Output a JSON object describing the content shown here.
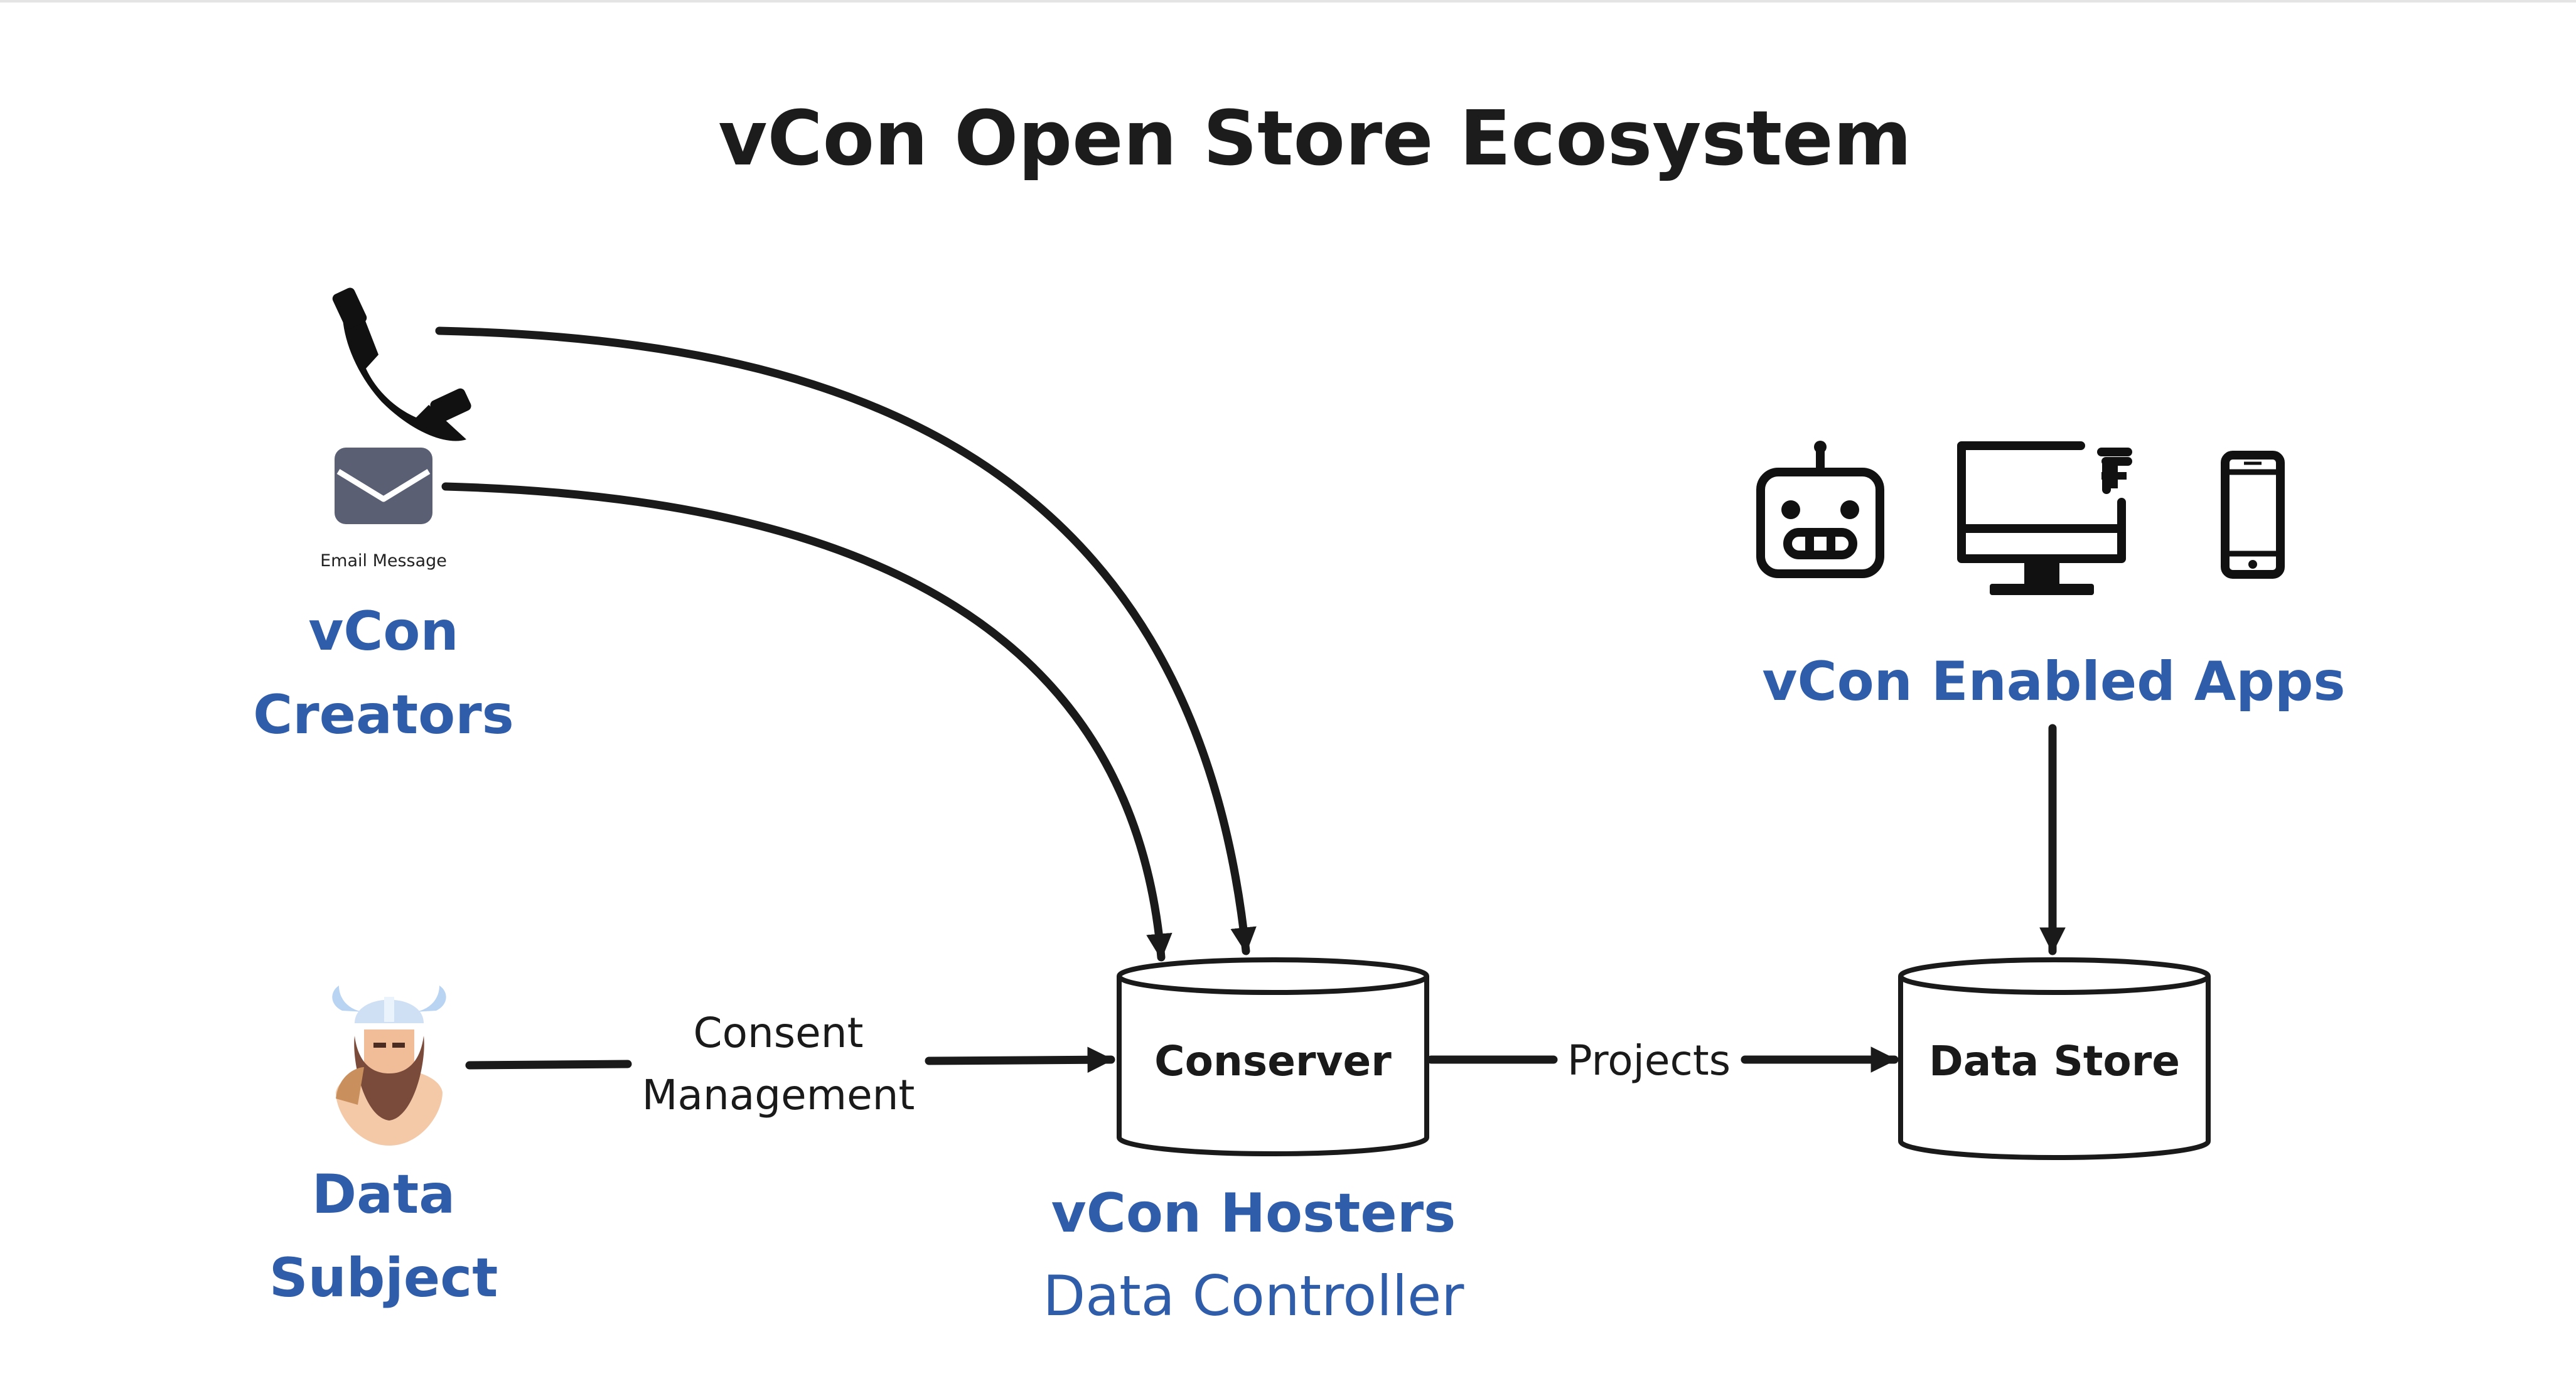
{
  "title": "vCon Open Store Ecosystem",
  "creators": {
    "label_line1": "vCon",
    "label_line2": "Creators",
    "phone_icon": "phone-icon",
    "email_icon": "envelope-icon",
    "email_caption": "Email Message"
  },
  "data_subject": {
    "label_line1": "Data",
    "label_line2": "Subject",
    "avatar_icon": "viking-avatar-icon"
  },
  "consent_edge": {
    "line1": "Consent",
    "line2": "Management"
  },
  "conserver": {
    "label": "Conserver"
  },
  "hosters": {
    "label": "vCon Hosters",
    "sublabel": "Data Controller"
  },
  "projects_edge": {
    "label": "Projects"
  },
  "data_store": {
    "label": "Data Store"
  },
  "apps": {
    "label": "vCon Enabled Apps",
    "icons": [
      "robot-icon",
      "desktop-add-icon",
      "smartphone-icon"
    ]
  },
  "colors": {
    "accent": "#2f5da9",
    "ink": "#1a1a1a",
    "envelope": "#5a5f73",
    "helmet": "#b9d4f2"
  }
}
